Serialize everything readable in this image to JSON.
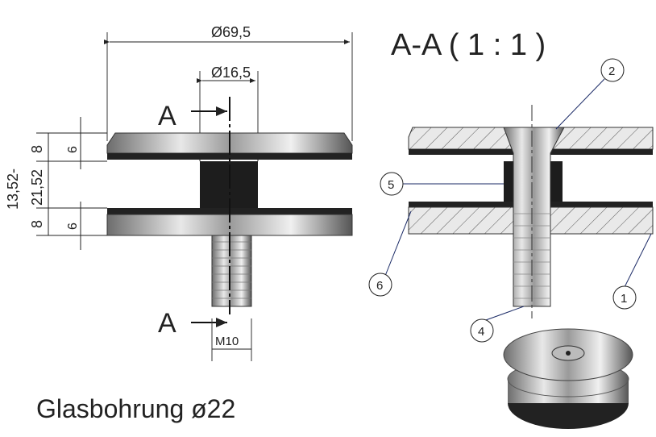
{
  "left_view": {
    "dim_outer": "Ø69,5",
    "dim_inner": "Ø16,5",
    "section_marker": "A",
    "thread": "M10",
    "dim_glass_top": "6",
    "dim_plate_top": "8",
    "dim_gap": "21,52",
    "dim_total": "13,52-",
    "dim_plate_bottom": "8",
    "dim_glass_bottom": "6"
  },
  "section_view": {
    "title": "A-A ( 1 : 1 )",
    "balloons": [
      "1",
      "2",
      "4",
      "5",
      "6"
    ]
  },
  "caption": "Glasbohrung ø22"
}
